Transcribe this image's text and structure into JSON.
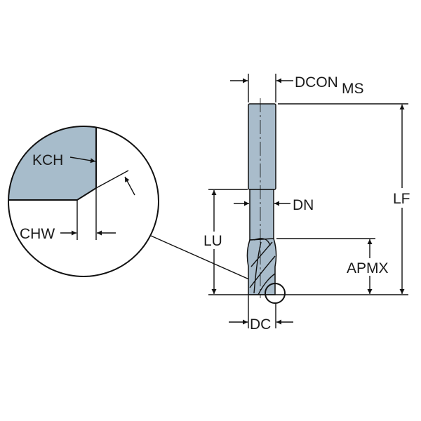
{
  "labels": {
    "dcon": "DCON",
    "dcon_sub": "MS",
    "lf": "LF",
    "dn": "DN",
    "lu": "LU",
    "apmx": "APMX",
    "dc": "DC",
    "kch": "KCH",
    "chw": "CHW"
  },
  "colors": {
    "tool": "#a9bccb",
    "shade": "#a7bccb",
    "line": "#111111"
  }
}
